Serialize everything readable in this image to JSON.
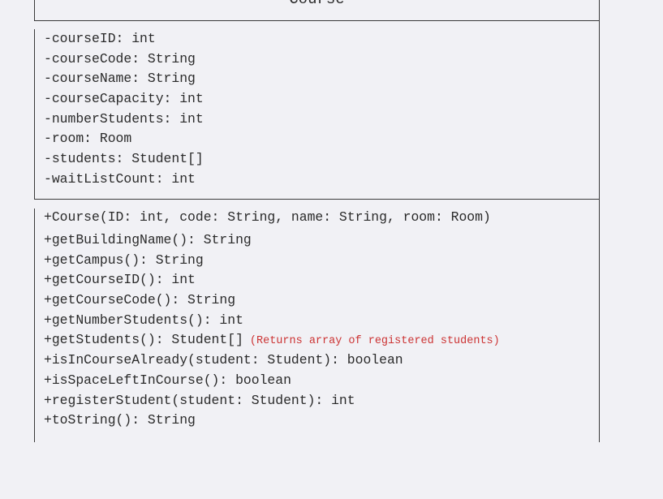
{
  "uml_class": {
    "name": "Course",
    "attributes": [
      "-courseID: int",
      "-courseCode: String",
      "-courseName: String",
      "-courseCapacity: int",
      "-numberStudents: int",
      "-room: Room",
      "-students: Student[]",
      "-waitListCount: int"
    ],
    "operations": [
      {
        "signature": "+Course(ID: int, code: String, name: String, room: Room)"
      },
      {
        "signature": "+getBuildingName(): String"
      },
      {
        "signature": "+getCampus(): String"
      },
      {
        "signature": "+getCourseID(): int"
      },
      {
        "signature": "+getCourseCode(): String"
      },
      {
        "signature": "+getNumberStudents(): int"
      },
      {
        "signature": "+getStudents(): Student[]",
        "note": "(Returns array of registered students)"
      },
      {
        "signature": "+isInCourseAlready(student: Student): boolean"
      },
      {
        "signature": "+isSpaceLeftInCourse(): boolean"
      },
      {
        "signature": "+registerStudent(student: Student): int"
      },
      {
        "signature": "+toString(): String"
      }
    ]
  },
  "colors": {
    "background": "#f1f1f5",
    "border": "#3a3a3a",
    "text": "#2a2a2a",
    "note": "#cc3333"
  }
}
